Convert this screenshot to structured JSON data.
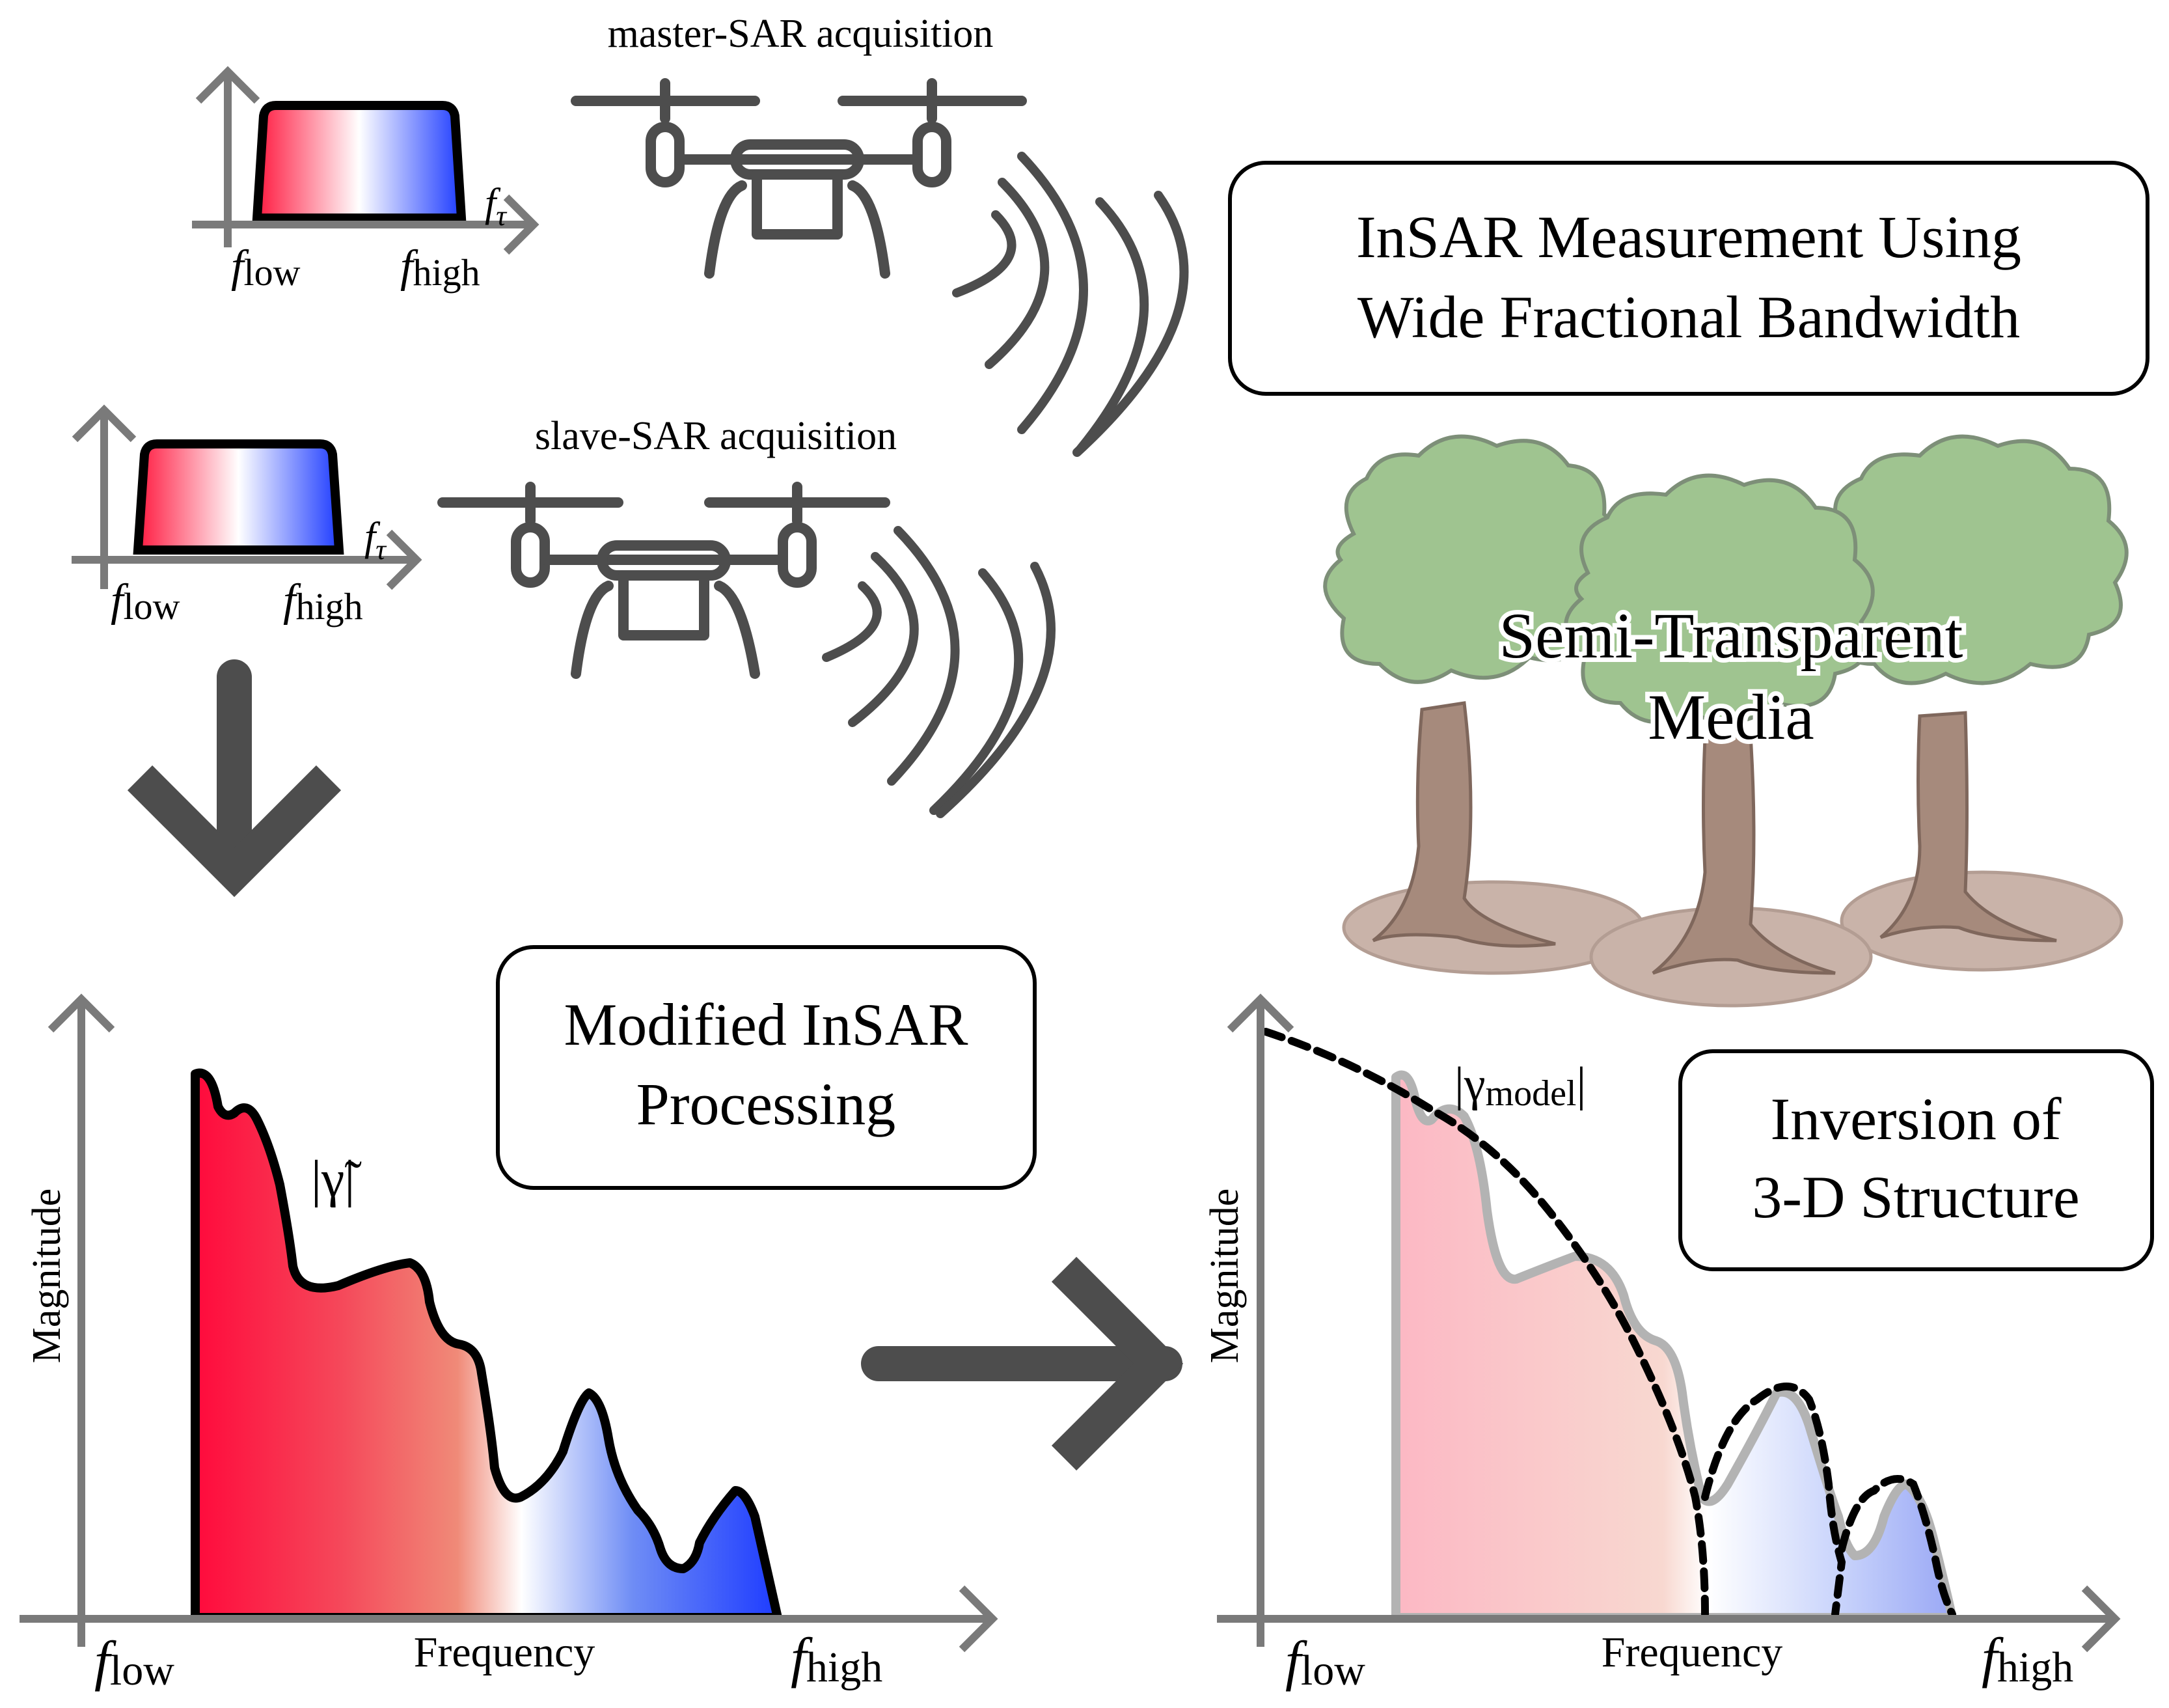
{
  "acquisitions": {
    "master": {
      "label": "master-SAR acquisition"
    },
    "slave": {
      "label": "slave-SAR acquisition"
    }
  },
  "spectrum_icon": {
    "f_symbol": "f",
    "low_sub": "low",
    "high_sub": "high",
    "tau_sub": "τ"
  },
  "boxes": {
    "measurement": {
      "line1": "InSAR  Measurement Using",
      "line2": "Wide Fractional Bandwidth"
    },
    "processing": {
      "line1": "Modified InSAR",
      "line2": "Processing"
    },
    "inversion": {
      "line1": "Inversion of",
      "line2": "3-D Structure"
    }
  },
  "media": {
    "line1": "Semi-Transparent",
    "line2": "Media"
  },
  "plots": {
    "left": {
      "ylabel": "Magnitude",
      "xlabel": "Frequency",
      "xlow": "low",
      "xhigh": "high",
      "curve_label": "|γ̃|"
    },
    "right": {
      "ylabel": "Magnitude",
      "xlabel": "Frequency",
      "xlow": "low",
      "xhigh": "high",
      "curve_label_main": "|γ",
      "curve_label_sub": "model",
      "curve_label_end": "|"
    }
  },
  "colors": {
    "ink": "#4d4d4d",
    "red": "#ff0a3c",
    "blue": "#1e3cff",
    "tree_canopy": "#9fc490",
    "tree_trunk": "#a68a7c",
    "ground": "#c9b3a9"
  }
}
